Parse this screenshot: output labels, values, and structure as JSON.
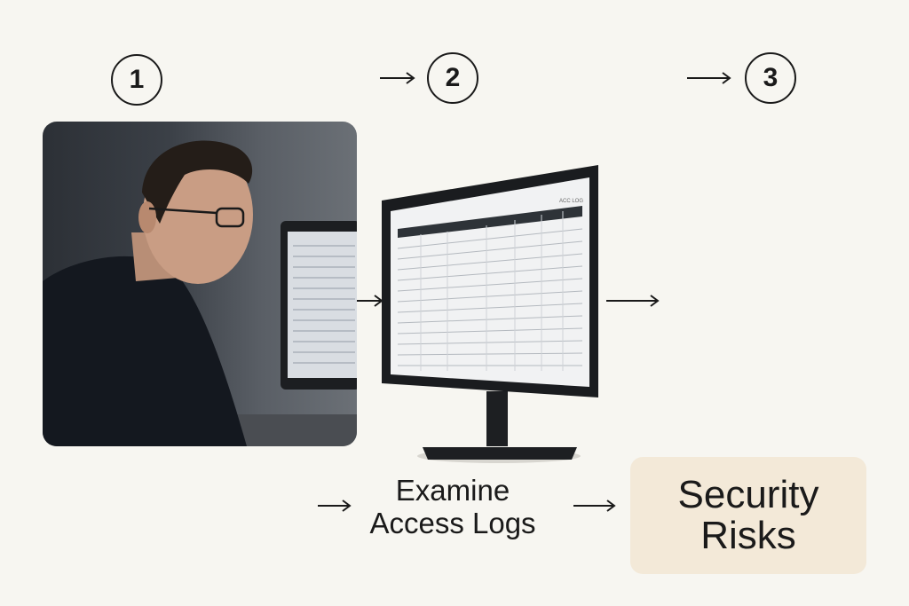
{
  "steps": [
    {
      "number": "1"
    },
    {
      "number": "2"
    },
    {
      "number": "3"
    }
  ],
  "monitor_screen": {
    "corner_label": "ACC LOG"
  },
  "examine_label": {
    "line1": "Examine",
    "line2": "Access Logs"
  },
  "result_box": {
    "line1": "Security",
    "line2": "Risks",
    "background": "#f3e9d8"
  },
  "colors": {
    "background": "#f7f6f1",
    "ink": "#1a1a1a"
  }
}
